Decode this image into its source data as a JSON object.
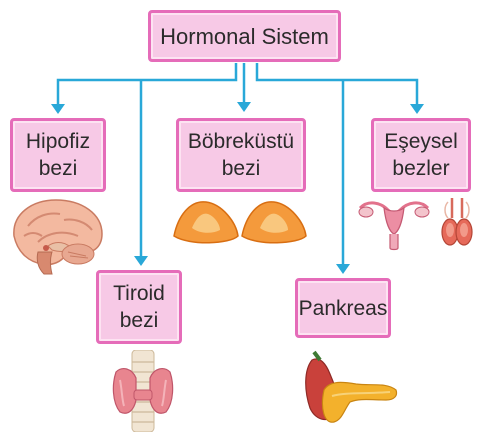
{
  "root": {
    "label": "Hormonal Sistem"
  },
  "glands": [
    {
      "id": "hipofiz",
      "line1": "Hipofiz",
      "line2": "bezi",
      "image": "brain-illustration"
    },
    {
      "id": "bobrekustu",
      "line1": "Böbreküstü",
      "line2": "bezi",
      "image": "adrenal-glands-illustration"
    },
    {
      "id": "eseysel",
      "line1": "Eşeysel",
      "line2": "bezler",
      "image": "reproductive-organs-illustration"
    },
    {
      "id": "tiroid",
      "line1": "Tiroid",
      "line2": "bezi",
      "image": "thyroid-illustration"
    },
    {
      "id": "pankreas",
      "line1": "Pankreas",
      "line2": "",
      "image": "pancreas-illustration"
    }
  ],
  "colors": {
    "box_fill": "#f7c9e6",
    "box_border": "#e56cb9",
    "arrow": "#29a8d8"
  }
}
